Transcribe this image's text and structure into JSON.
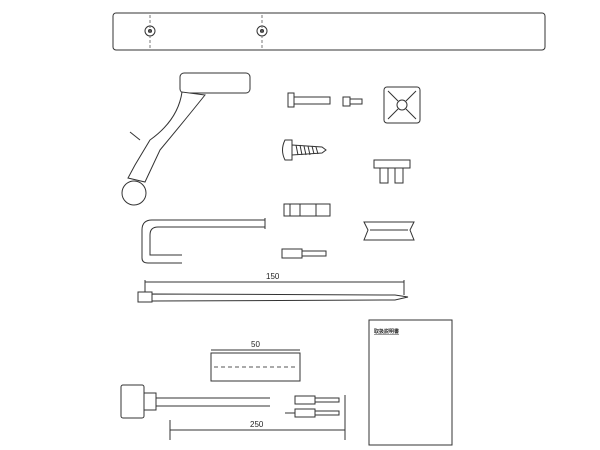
{
  "dimensions": {
    "cable_tie_length": "150",
    "tape_length": "50",
    "harness_length": "250"
  },
  "manual_label": "取扱説明書"
}
